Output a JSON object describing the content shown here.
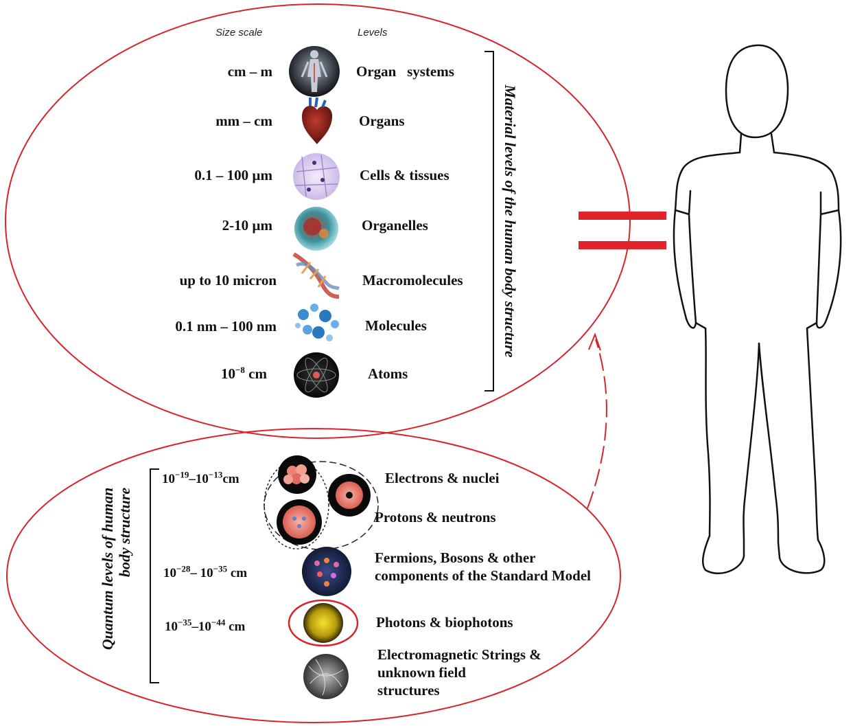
{
  "headers": {
    "size_scale": "Size scale",
    "levels": "Levels"
  },
  "material_side_label": "Material levels of the human body structure",
  "quantum_side_label_line1": "Quantum levels of human",
  "quantum_side_label_line2": "body structure",
  "material_levels": [
    {
      "scale": "cm – m",
      "level": "Organ   systems",
      "icon": "human-body-icon"
    },
    {
      "scale": "mm – cm",
      "level": "Organs",
      "icon": "heart-icon"
    },
    {
      "scale": "0.1 – 100 µm",
      "level": "Cells & tissues",
      "icon": "cells-icon"
    },
    {
      "scale": "2-10 µm",
      "level": "Organelles",
      "icon": "organelle-icon"
    },
    {
      "scale": "up to 10 micron",
      "level": "Macromolecules",
      "icon": "dna-icon"
    },
    {
      "scale": "0.1 nm – 100 nm",
      "level": "Molecules",
      "icon": "molecules-icon"
    },
    {
      "scale_base": "10",
      "scale_exp": "−8",
      "scale_unit": "cm",
      "level": "Atoms",
      "icon": "atom-icon"
    }
  ],
  "quantum_levels": {
    "scale1": {
      "a": "10",
      "a_exp": "−19",
      "sep": "–",
      "b": "10",
      "b_exp": "−13",
      "unit": "cm"
    },
    "scale2": {
      "a": "10",
      "a_exp": "−28",
      "sep": "– ",
      "b": "10",
      "b_exp": "−35",
      "unit": " cm"
    },
    "scale3": {
      "a": "10",
      "a_exp": "−35",
      "sep": "–",
      "b": "10",
      "b_exp": "−44",
      "unit": " cm"
    },
    "electrons_nuclei": "Electrons & nuclei",
    "protons_neutrons": "Protons & neutrons",
    "fermions_line1": "Fermions, Bosons & other",
    "fermions_line2": "components of the Standard Model",
    "photons": "Photons & biophotons",
    "strings_line1": "Electromagnetic Strings &",
    "strings_line2": "unknown field",
    "strings_line3": "structures"
  },
  "colors": {
    "ellipse": "#d8232a",
    "equals": "#e0242b",
    "line": "#111111"
  }
}
